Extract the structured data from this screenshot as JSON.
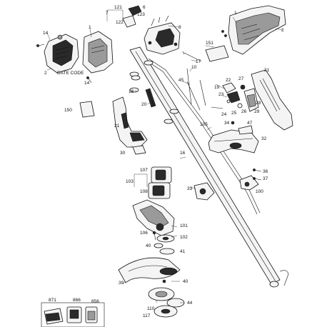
{
  "diagram": {
    "labels": {
      "p1a": "1",
      "p1b": "1",
      "p2a": "2",
      "p2b": "2",
      "p6": "6",
      "p7": "7",
      "p8": "8",
      "p10": "10",
      "p14a": "14",
      "p14b": "14",
      "p16": "16",
      "p17": "17",
      "p18": "18",
      "p19": "19",
      "p20": "20",
      "p21a": "21",
      "p21b": "21",
      "p22": "22",
      "p23": "23",
      "p24": "24",
      "p25": "25",
      "p26": "26",
      "p27": "27",
      "p28": "28",
      "p29": "29",
      "p30": "30",
      "p32": "32",
      "p33": "33",
      "p34": "34",
      "p36": "36",
      "p37": "37",
      "p39": "39",
      "p40a": "40",
      "p40b": "40",
      "p41": "41",
      "p44": "44",
      "p45": "45",
      "p47": "47",
      "p100": "100",
      "p101": "101",
      "p102": "102",
      "p103": "103",
      "p105": "105",
      "p106": "106",
      "p107": "107",
      "p108": "108",
      "p110": "110",
      "p117": "117",
      "p121": "121",
      "p122": "122",
      "p123": "123",
      "p150": "150",
      "p151": "151",
      "p856": "856",
      "p866": "866",
      "p871": "871",
      "date_code": "DATE CODE"
    }
  }
}
